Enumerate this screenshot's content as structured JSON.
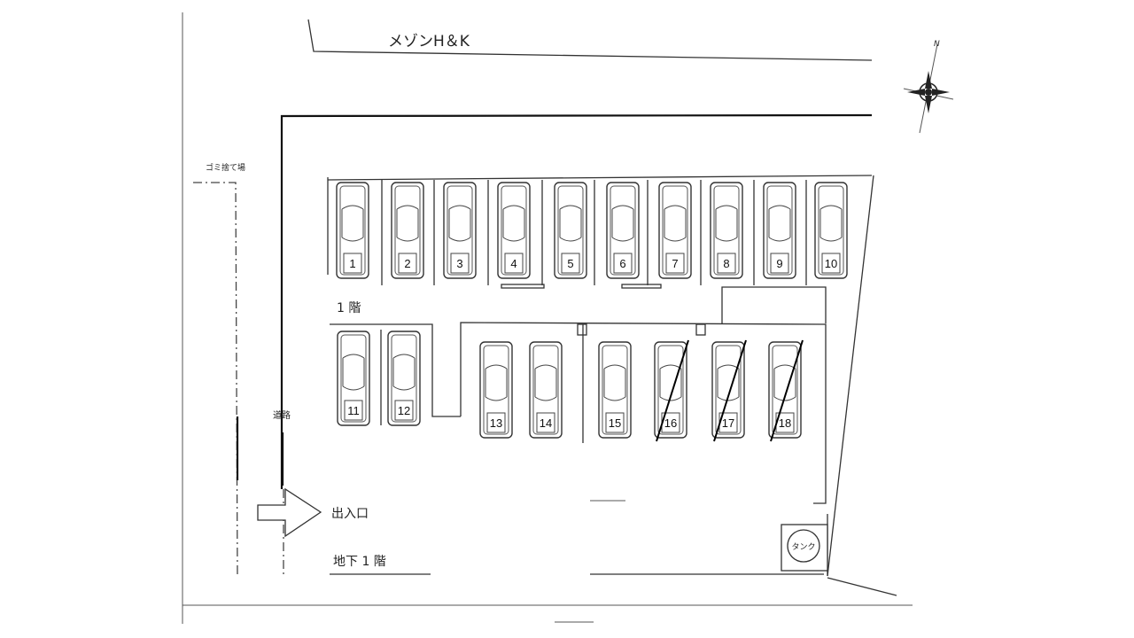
{
  "labels": {
    "top_building": "メゾンH＆K",
    "garbage": "ゴミ捨て場",
    "road": "道路",
    "floor1": "1 階",
    "entrance": "出入口",
    "basement": "地下 1 階",
    "tank": "タンク",
    "north": "N"
  },
  "spaces": {
    "row1": [
      "1",
      "2",
      "3",
      "4",
      "5",
      "6",
      "7",
      "8",
      "9",
      "10"
    ],
    "row2": [
      "11",
      "12"
    ],
    "row3": [
      "13",
      "14",
      "15",
      "16",
      "17",
      "18"
    ],
    "unavailable": [
      "16",
      "17",
      "18"
    ]
  }
}
